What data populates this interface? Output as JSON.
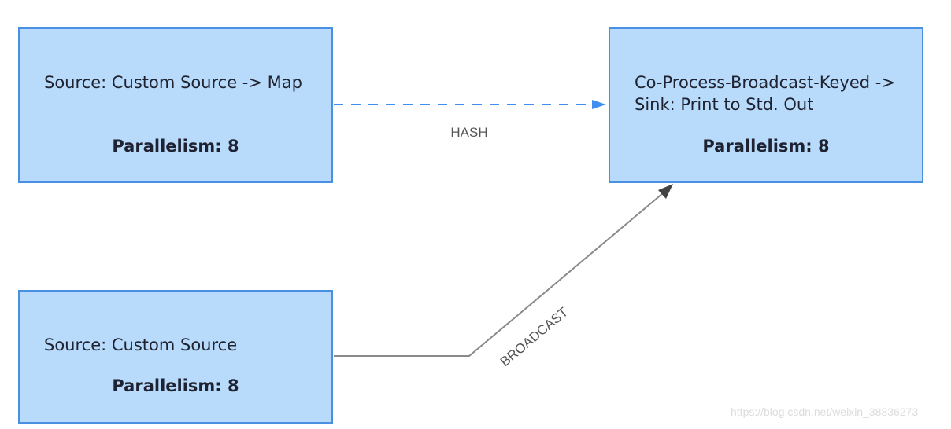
{
  "nodes": {
    "source_map": {
      "title": "Source: Custom Source -> Map",
      "parallelism": "Parallelism: 8"
    },
    "co_process": {
      "title": "Co-Process-Broadcast-Keyed -> Sink: Print to Std. Out",
      "parallelism": "Parallelism: 8"
    },
    "source": {
      "title": "Source: Custom Source",
      "parallelism": "Parallelism: 8"
    }
  },
  "edges": {
    "hash": {
      "label": "HASH",
      "color": "#3f8ff0"
    },
    "broadcast": {
      "label": "BROADCAST",
      "color": "#8a8a8a"
    }
  },
  "watermark": "https://blog.csdn.net/weixin_38836273",
  "colors": {
    "node_fill": "#b8dbfb",
    "node_border": "#4a90e2"
  }
}
